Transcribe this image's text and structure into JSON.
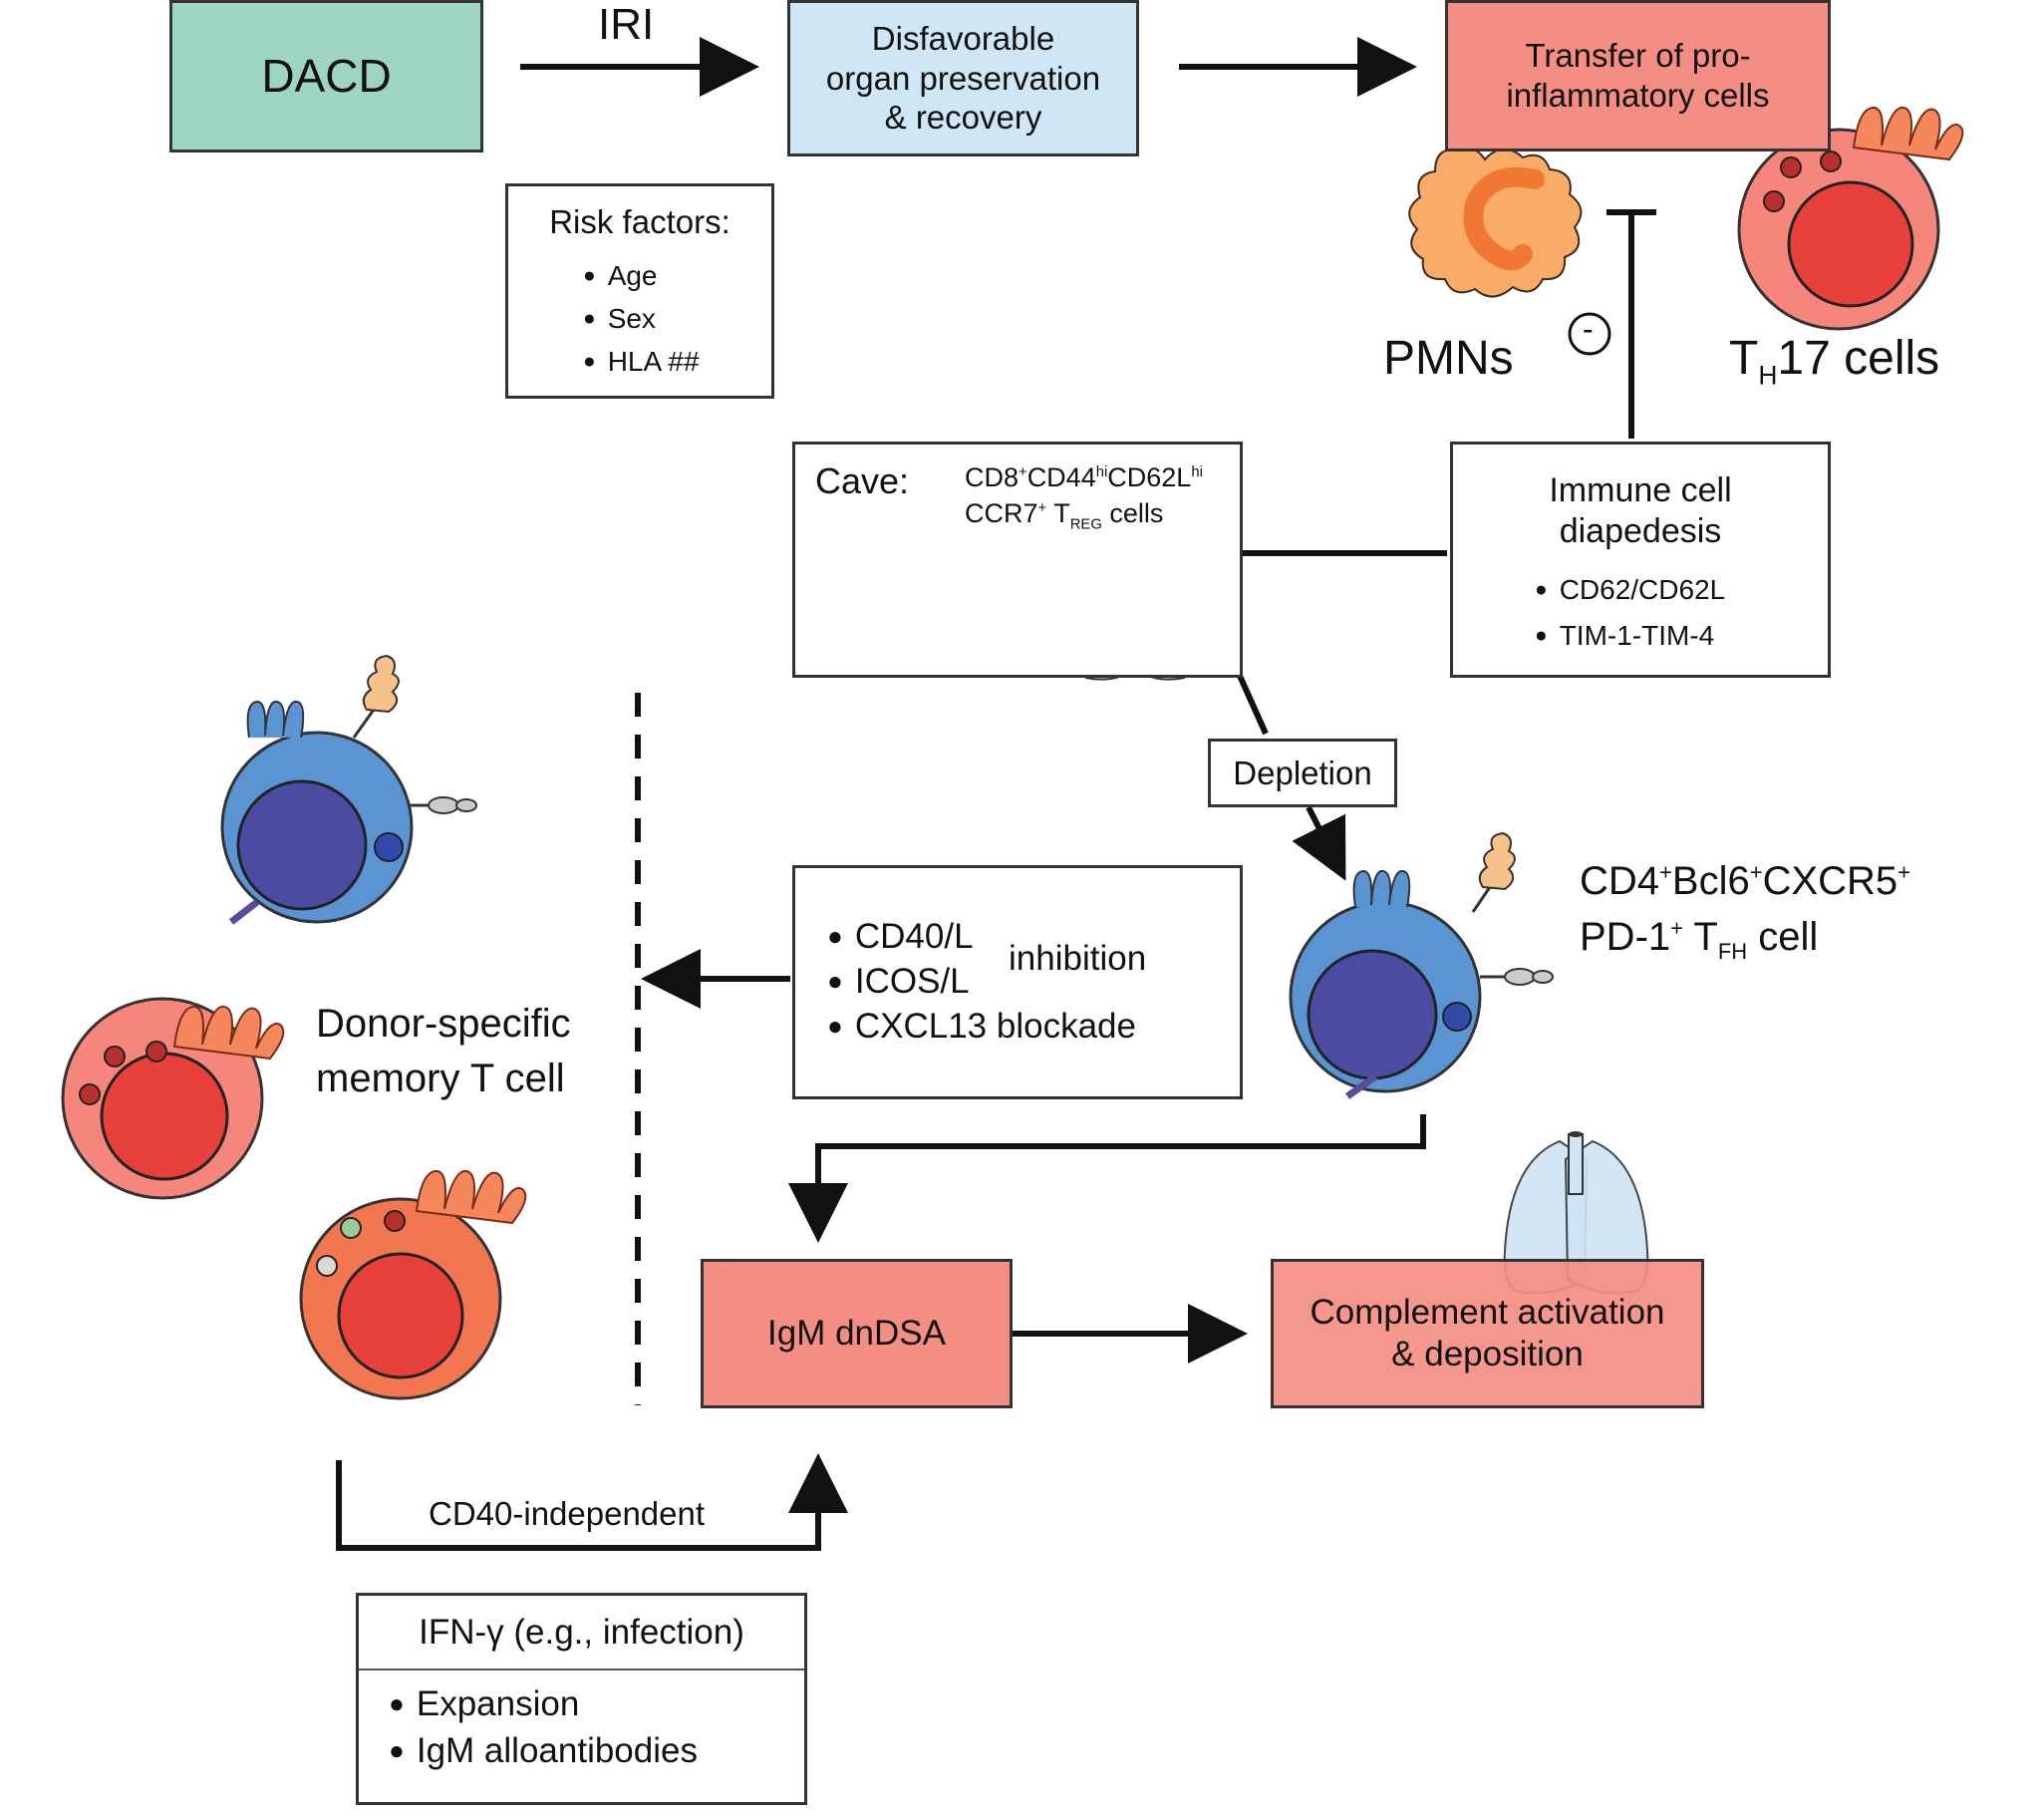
{
  "dacd": {
    "label": "DACD",
    "color": "#9dd5c2"
  },
  "iri": {
    "label": "IRI"
  },
  "preservation": {
    "lines": [
      "Disfavorable",
      "organ preservation",
      "& recovery"
    ],
    "color": "#cfe6f7"
  },
  "transfer": {
    "lines": [
      "Transfer of pro-",
      "inflammatory cells"
    ],
    "color": "#f48e82"
  },
  "risk": {
    "title": "Risk factors:",
    "items": [
      "Age",
      "Sex",
      "HLA ##"
    ]
  },
  "pmns": {
    "label": "PMNs"
  },
  "th17": {
    "prefix": "T",
    "sub": "H",
    "suffix": "17 cells"
  },
  "minus": {
    "label": "-"
  },
  "cave": {
    "title": "Cave:",
    "l1a": "CD8",
    "l1b": "+",
    "l1c": "CD44",
    "l1d": "hi",
    "l1e": "CD62L",
    "l1f": "hi",
    "l2a": "CCR7",
    "l2b": "+",
    "l2c": " T",
    "l2d": "REG",
    "l2e": " cells"
  },
  "diapedesis": {
    "lines": [
      "Immune cell",
      "diapedesis"
    ],
    "items": [
      "CD62/CD62L",
      "TIM-1-TIM-4"
    ]
  },
  "depletion": {
    "label": "Depletion"
  },
  "tfh": {
    "a": "CD4",
    "b": "+",
    "c": "Bcl6",
    "d": "+",
    "e": "CXCR5",
    "f": "+",
    "g": "PD-1",
    "h": "+",
    "i": " T",
    "j": "FH",
    "k": " cell"
  },
  "inhibition": {
    "items": [
      "CD40/L",
      "ICOS/L",
      "CXCL13 blockade"
    ],
    "side": "inhibition"
  },
  "memory": {
    "lines": [
      "Donor-specific",
      "memory T cell"
    ]
  },
  "igm": {
    "label": "IgM dnDSA",
    "color": "#f48e82"
  },
  "complement": {
    "lines": [
      "Complement activation",
      "& deposition"
    ],
    "color": "#f48e82"
  },
  "cd40indep": {
    "label": "CD40-independent"
  },
  "ifn": {
    "title": "IFN-γ (e.g., infection)",
    "items": [
      "Expansion",
      "IgM alloantibodies"
    ]
  }
}
